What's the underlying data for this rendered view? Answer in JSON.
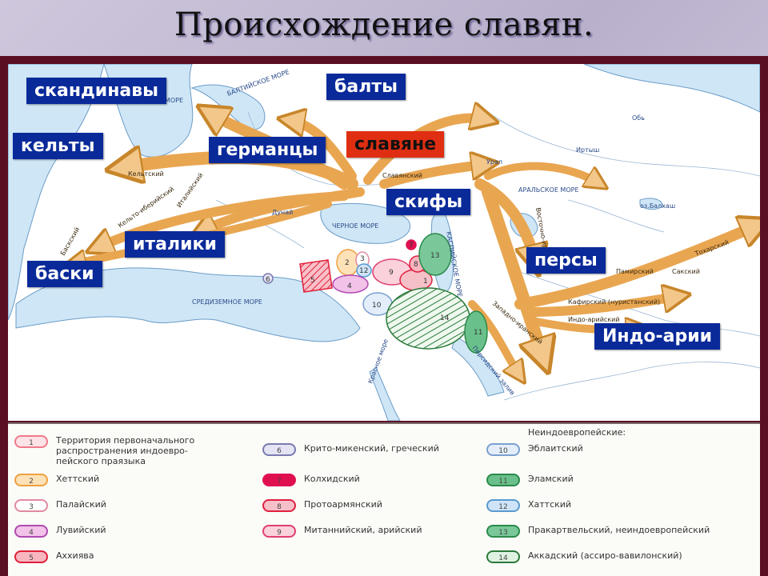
{
  "title": "Происхождение славян.",
  "labels": {
    "scandinavians": "скандинавы",
    "balts": "балты",
    "celts": "кельты",
    "germans": "германцы",
    "slavs": "славяне",
    "scythians": "скифы",
    "italics": "италики",
    "basques": "баски",
    "persians": "персы",
    "indo_aryans": "Индо-арии"
  },
  "map_text": {
    "celtic": "Кельтский",
    "celto_iberian": "Кельто-иберийский",
    "italic": "Италийский",
    "basque": "Баскский",
    "slavic": "Славянский",
    "baltic_sea": "БАЛТИЙСКОЕ МОРЕ",
    "north_sea": "СЕВЕРНОЕ МОРЕ",
    "black_sea": "ЧЕРНОЕ МОРЕ",
    "caspian_sea": "КАСПИЙСКОЕ МОРЕ",
    "aral_sea": "АРАЛЬСКОЕ МОРЕ",
    "balkhash": "оз.Балхаш",
    "danube": "Дунай",
    "ural": "Урал",
    "irtysh": "Иртыш",
    "ob": "Обь",
    "mediterranean": "СРЕДИЗЕМНОЕ МОРЕ",
    "tocharian": "Тохарский",
    "saka": "Сакский",
    "pamir": "Памирский",
    "kafir": "Кафирский (нуристанский)",
    "indo_aryan": "Индо-арийский",
    "west_iranian": "Западно-иранский",
    "east_iranian": "Восточно-иранский",
    "persian_gulf": "Персидский залив",
    "red_sea": "Красное море"
  },
  "legend": {
    "heading": "Неиндоевропейские:",
    "items": [
      {
        "num": "1",
        "text": "Территория первоначального\nраспространения индоевро-\nпейского праязыка",
        "color": "#f07a8a",
        "fill": "#fde3e6"
      },
      {
        "num": "2",
        "text": "Хеттский",
        "color": "#f0a040",
        "fill": "#fde2b8"
      },
      {
        "num": "3",
        "text": "Палайский",
        "color": "#e08aa0",
        "fill": "#ffffff"
      },
      {
        "num": "4",
        "text": "Лувийский",
        "color": "#b04ab0",
        "fill": "#f2c2e8"
      },
      {
        "num": "5",
        "text": "Аххиява",
        "color": "#e0203a",
        "fill": "#f8b6c0"
      },
      {
        "num": "6",
        "text": "Крито-микенский, греческий",
        "color": "#7a7ab0",
        "fill": "#e4e4f4"
      },
      {
        "num": "7",
        "text": "Колхидский",
        "color": "#e01050",
        "fill": "#e01050"
      },
      {
        "num": "8",
        "text": "Протоармянский",
        "color": "#e02040",
        "fill": "#f6c0c8"
      },
      {
        "num": "9",
        "text": "Митаннийский, арийский",
        "color": "#e04070",
        "fill": "#fbd2dc"
      },
      {
        "num": "10",
        "text": "Эблаитский",
        "color": "#7aa0d0",
        "fill": "#e4eefa"
      },
      {
        "num": "11",
        "text": "Эламский",
        "color": "#2a8a4a",
        "fill": "#6ac08a"
      },
      {
        "num": "12",
        "text": "Хаттский",
        "color": "#5a9ad0",
        "fill": "#cfe4f8"
      },
      {
        "num": "13",
        "text": "Пракартвельский, неиндоевропейский",
        "color": "#2a8a4a",
        "fill": "#7ac89a"
      },
      {
        "num": "14",
        "text": "Аккадский (ассиро-вавилонский)",
        "color": "#2a7a3a",
        "fill": "#dff2e2"
      }
    ]
  }
}
